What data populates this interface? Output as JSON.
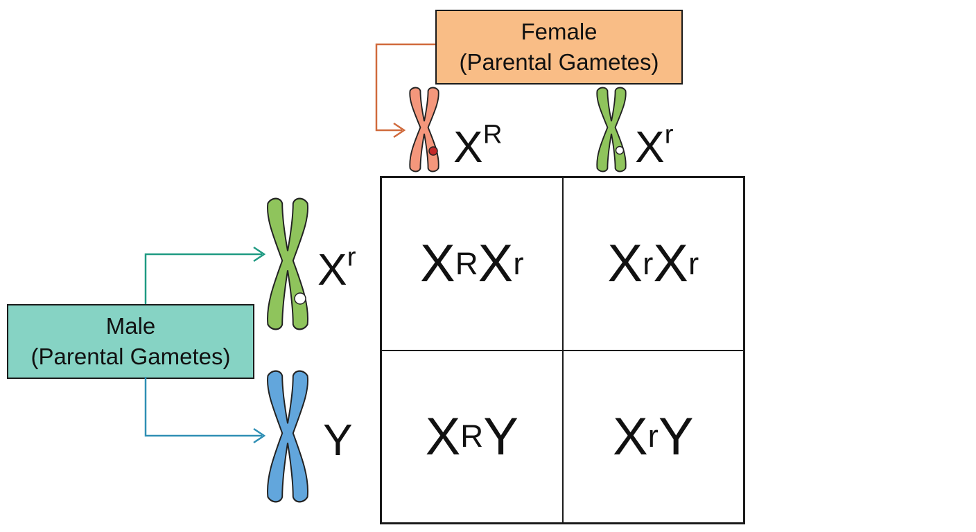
{
  "female": {
    "title": "Female",
    "subtitle": "(Parental Gametes)",
    "color": "#f9bd86",
    "gametes": [
      {
        "base": "X",
        "allele": "R",
        "chromosome_color": "#f4977c",
        "marker_color": "#c42a2a"
      },
      {
        "base": "X",
        "allele": "r",
        "chromosome_color": "#8fc45c",
        "marker_color": "#ffffff"
      }
    ]
  },
  "male": {
    "title": "Male",
    "subtitle": "(Parental Gametes)",
    "color": "#86d3c4",
    "gametes": [
      {
        "base": "X",
        "allele": "r",
        "chromosome_color": "#8fc45c",
        "marker_color": "#ffffff"
      },
      {
        "base": "Y",
        "allele": "",
        "chromosome_color": "#62a6dc"
      }
    ]
  },
  "punnett": [
    [
      {
        "b1": "X",
        "a1": "R",
        "b2": "X",
        "a2": "r"
      },
      {
        "b1": "X",
        "a1": "r",
        "b2": "X",
        "a2": "r"
      }
    ],
    [
      {
        "b1": "X",
        "a1": "R",
        "b2": "Y",
        "a2": ""
      },
      {
        "b1": "X",
        "a1": "r",
        "b2": "Y",
        "a2": ""
      }
    ]
  ],
  "arrow_colors": {
    "female": "#d06a3c",
    "male_top": "#1f9a82",
    "male_bottom": "#2f8fb4"
  }
}
